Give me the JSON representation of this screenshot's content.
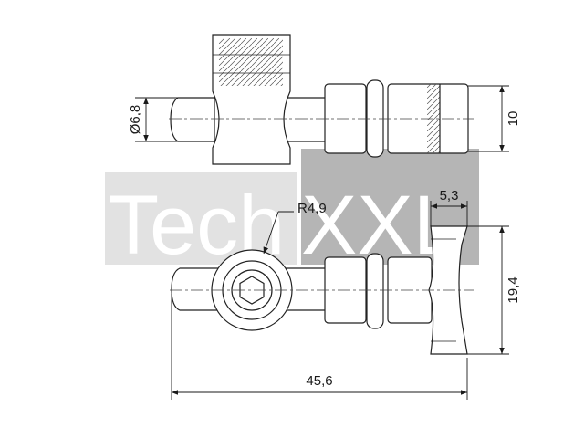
{
  "watermark": {
    "brand_left": "Tech",
    "brand_right": "XXL",
    "gray": "#e2e2e2",
    "dark": "#9a9a9a"
  },
  "dimensions": {
    "diameter": "Ø6,8",
    "height_top": "10",
    "radius": "R4,9",
    "nut_width": "5,3",
    "nut_height": "19,4",
    "overall_length": "45,6"
  }
}
